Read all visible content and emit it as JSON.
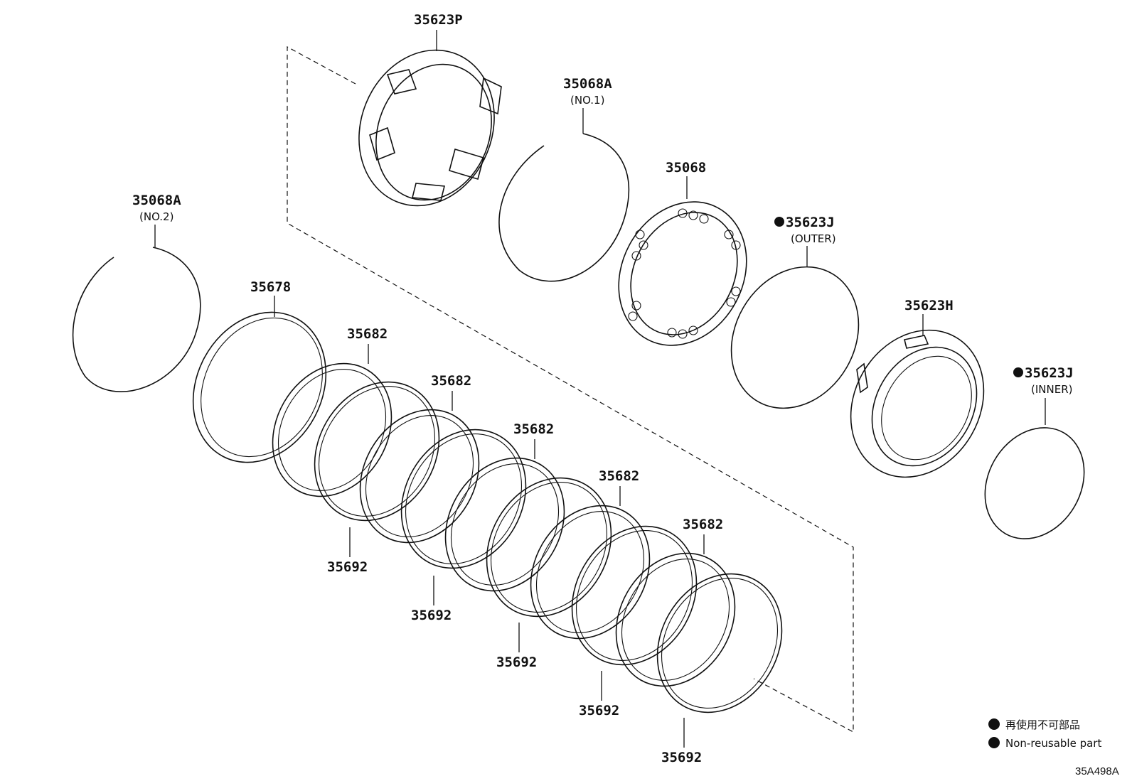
{
  "labels": {
    "p35623P": "35623P",
    "p35068A_no1": "35068A",
    "p35068A_no1_sub": "(NO.1)",
    "p35068A_no2": "35068A",
    "p35068A_no2_sub": "(NO.2)",
    "p35068": "35068",
    "p35623J_outer": "35623J",
    "p35623J_outer_sub": "(OUTER)",
    "p35623H": "35623H",
    "p35623J_inner": "35623J",
    "p35623J_inner_sub": "(INNER)",
    "p35678": "35678",
    "p35682": "35682",
    "p35692": "35692"
  },
  "legend": {
    "jp": "再使用不可部品",
    "en": "Non-reusable part"
  },
  "diagram_code": "35A498A",
  "icons": {
    "non_reusable_marker": "filled-circle-icon"
  }
}
